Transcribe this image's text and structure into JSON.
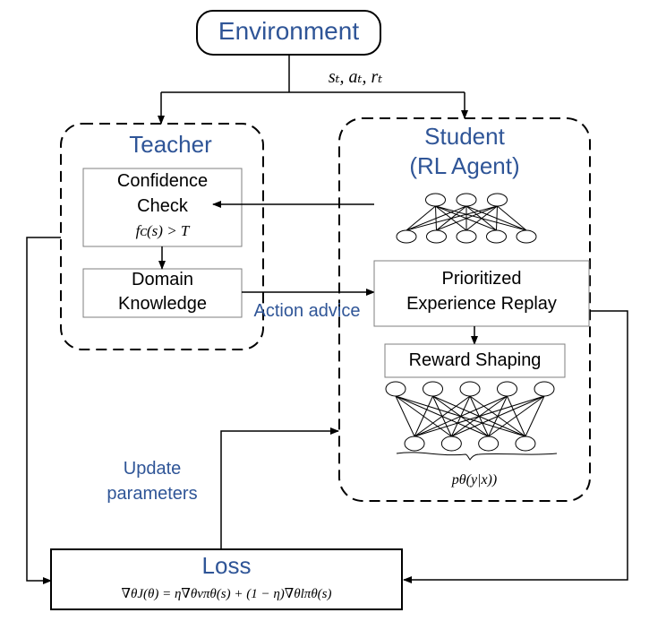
{
  "colors": {
    "label_blue": "#2F5597",
    "line": "#000000",
    "box_border": "#7f7f7f"
  },
  "environment": {
    "label": "Environment"
  },
  "transition_label": "sₜ, aₜ, rₜ",
  "teacher": {
    "title": "Teacher",
    "confidence_check": {
      "line1": "Confidence",
      "line2": "Check",
      "formula": "fᴄ(s) > T"
    },
    "domain_knowledge": {
      "line1": "Domain",
      "line2": "Knowledge"
    }
  },
  "action_advice_label": "Action advice",
  "student": {
    "title_line1": "Student",
    "title_line2": "(RL Agent)",
    "per": {
      "line1": "Prioritized",
      "line2": "Experience Replay"
    },
    "reward_shaping": "Reward Shaping",
    "output_formula": "pθ(y|x))",
    "policy_network_layers": [
      3,
      5
    ],
    "output_network_layers": [
      5,
      4
    ]
  },
  "update_label": {
    "line1": "Update",
    "line2": "parameters"
  },
  "loss": {
    "title": "Loss",
    "formula": "∇θJ(θ) = η∇θvπθ(s) + (1 − η)∇θlπθ(s)"
  }
}
